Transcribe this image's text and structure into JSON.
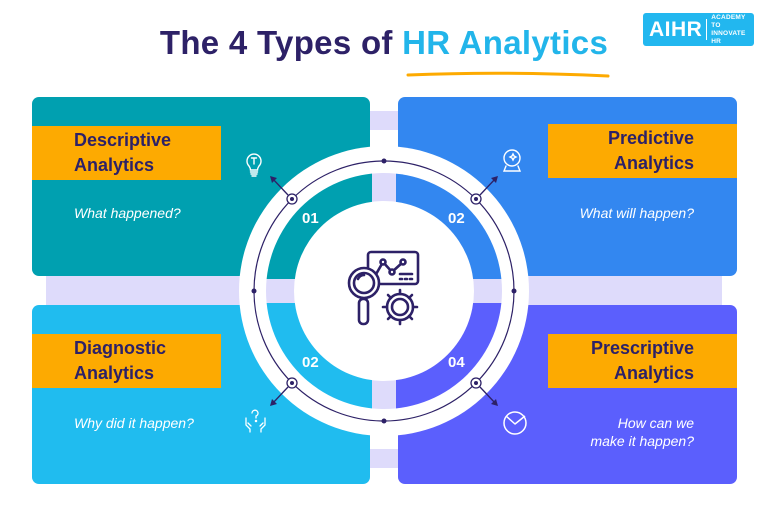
{
  "header": {
    "title_prefix": "The 4 Types of ",
    "title_highlight": "HR Analytics"
  },
  "logo": {
    "brand": "AIHR",
    "tagline_line1": "ACADEMY TO",
    "tagline_line2": "INNOVATE HR"
  },
  "colors": {
    "title_dark": "#2d2167",
    "title_accent": "#22b5ea",
    "underline": "#fdaa01",
    "label_bg": "#fdaa01",
    "descriptive": "#00a0b0",
    "predictive": "#3387f0",
    "diagnostic": "#20bcef",
    "prescriptive": "#5b5ffd",
    "connector_bar": "#dedbfb"
  },
  "types": [
    {
      "number": "01",
      "title_line1": "Descriptive",
      "title_line2": "Analytics",
      "question": "What happened?",
      "icon": "lightbulb-icon"
    },
    {
      "number": "02",
      "title_line1": "Predictive",
      "title_line2": "Analytics",
      "question": "What will happen?",
      "icon": "crystal-ball-icon"
    },
    {
      "number": "02",
      "title_line1": "Diagnostic",
      "title_line2": "Analytics",
      "question": "Why did it happen?",
      "icon": "hands-question-icon"
    },
    {
      "number": "04",
      "title_line1": "Prescriptive",
      "title_line2": "Analytics",
      "question_line1": "How can we",
      "question_line2": "make it happen?",
      "icon": "pie-chart-icon"
    }
  ],
  "center": {
    "icon": "analytics-magnifier-gear-icon"
  }
}
